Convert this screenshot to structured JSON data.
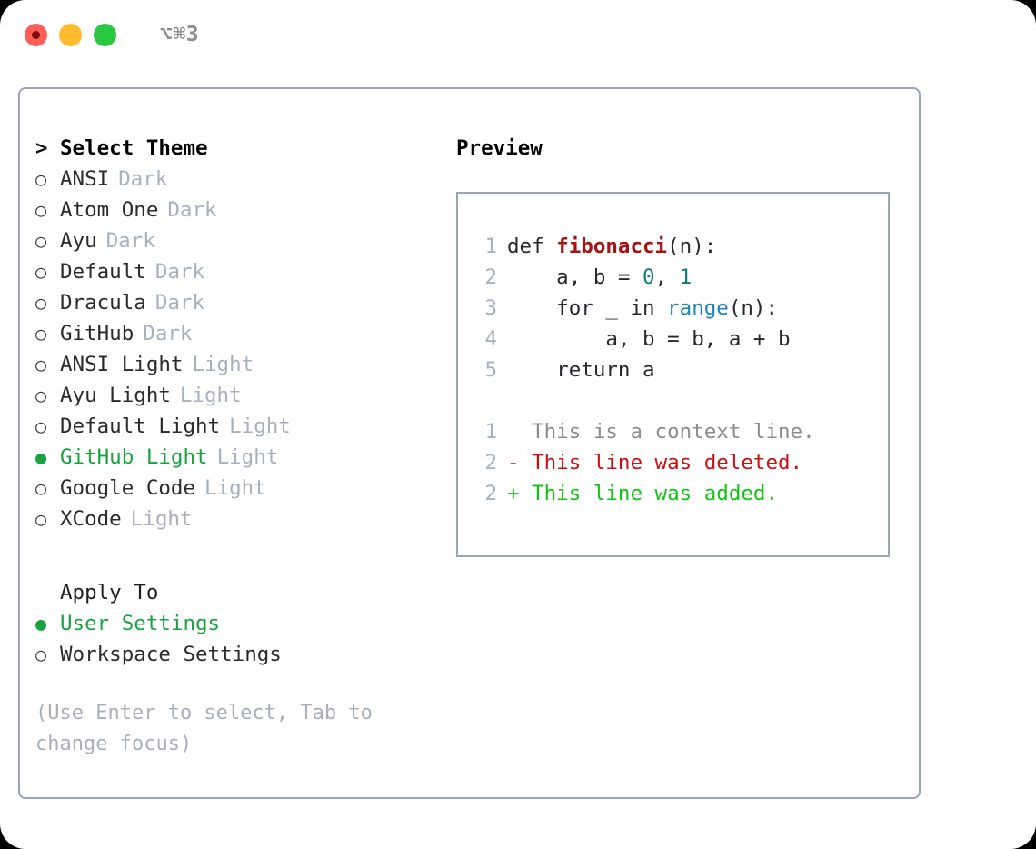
{
  "titlebar": {
    "shortcut": "⌥⌘3",
    "buttons": [
      {
        "name": "close",
        "color": "#ff5f57"
      },
      {
        "name": "minimize",
        "color": "#febc2e"
      },
      {
        "name": "maximize",
        "color": "#28c840"
      }
    ]
  },
  "theme_list": {
    "header": {
      "marker": ">",
      "title": "Select Theme"
    },
    "items": [
      {
        "marker": "○",
        "title": "ANSI",
        "tag": "Dark",
        "selected": false
      },
      {
        "marker": "○",
        "title": "Atom One",
        "tag": "Dark",
        "selected": false
      },
      {
        "marker": "○",
        "title": "Ayu",
        "tag": "Dark",
        "selected": false
      },
      {
        "marker": "○",
        "title": "Default",
        "tag": "Dark",
        "selected": false
      },
      {
        "marker": "○",
        "title": "Dracula",
        "tag": "Dark",
        "selected": false
      },
      {
        "marker": "○",
        "title": "GitHub",
        "tag": "Dark",
        "selected": false
      },
      {
        "marker": "○",
        "title": "ANSI Light",
        "tag": "Light",
        "selected": false
      },
      {
        "marker": "○",
        "title": "Ayu Light",
        "tag": "Light",
        "selected": false
      },
      {
        "marker": "○",
        "title": "Default Light",
        "tag": "Light",
        "selected": false
      },
      {
        "marker": "●",
        "title": "GitHub Light",
        "tag": "Light",
        "selected": true
      },
      {
        "marker": "○",
        "title": "Google Code",
        "tag": "Light",
        "selected": false
      },
      {
        "marker": "○",
        "title": "XCode",
        "tag": "Light",
        "selected": false
      }
    ]
  },
  "apply_to": {
    "header": "Apply To",
    "options": [
      {
        "marker": "●",
        "label": "User Settings",
        "selected": true
      },
      {
        "marker": "○",
        "label": "Workspace Settings",
        "selected": false
      }
    ]
  },
  "hint": "(Use Enter to select, Tab to change focus)",
  "preview": {
    "label": "Preview",
    "code_lines": [
      {
        "no": "1",
        "tokens": [
          {
            "t": "def ",
            "c": "plain"
          },
          {
            "t": "fibonacci",
            "c": "fn"
          },
          {
            "t": "(n):",
            "c": "plain"
          }
        ]
      },
      {
        "no": "2",
        "tokens": [
          {
            "t": "    a, b = ",
            "c": "plain"
          },
          {
            "t": "0",
            "c": "num"
          },
          {
            "t": ", ",
            "c": "plain"
          },
          {
            "t": "1",
            "c": "num"
          }
        ]
      },
      {
        "no": "3",
        "tokens": [
          {
            "t": "    for _ in ",
            "c": "plain"
          },
          {
            "t": "range",
            "c": "call"
          },
          {
            "t": "(n):",
            "c": "plain"
          }
        ]
      },
      {
        "no": "4",
        "tokens": [
          {
            "t": "        a, b = b, a + b",
            "c": "plain"
          }
        ]
      },
      {
        "no": "5",
        "tokens": [
          {
            "t": "    return a",
            "c": "plain"
          }
        ]
      }
    ],
    "diff_lines": [
      {
        "no": "1",
        "marker": " ",
        "text": " This is a context line.",
        "kind": "ctx"
      },
      {
        "no": "2",
        "marker": "-",
        "text": " This line was deleted.",
        "kind": "del"
      },
      {
        "no": "2",
        "marker": "+",
        "text": " This line was added.",
        "kind": "add"
      }
    ]
  },
  "colors": {
    "selection_green": "#18a33f",
    "tag_gray": "#a8b0bd",
    "border": "#9aa5b5",
    "fn_red": "#a31515",
    "num_teal": "#0e7c7c",
    "call_blue": "#1a85b8",
    "diff_add": "#12c412",
    "diff_del": "#cc1010"
  }
}
